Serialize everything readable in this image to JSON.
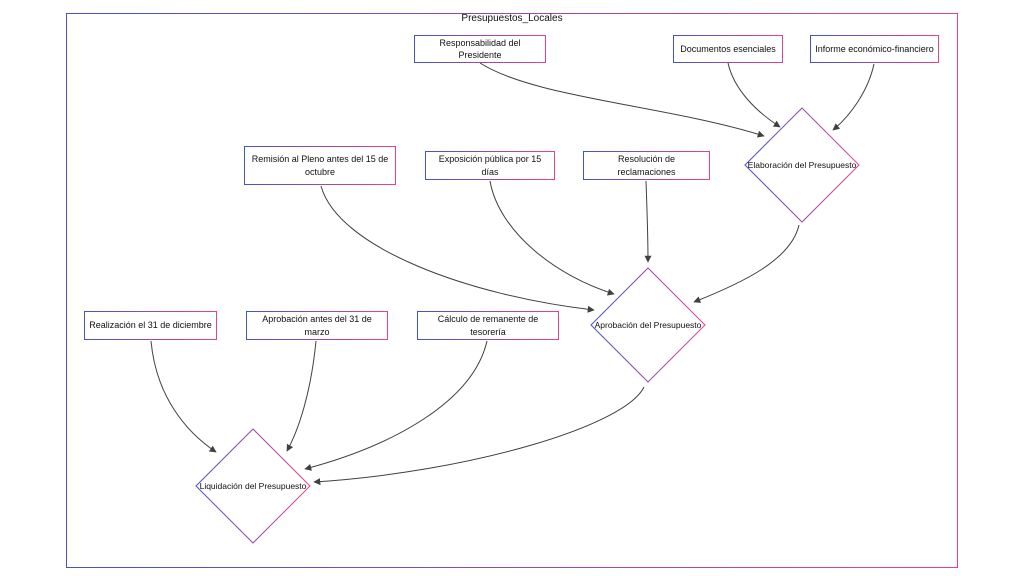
{
  "title": "Presupuestos_Locales",
  "colors": {
    "node_border_start": "#4353c9",
    "node_border_end": "#e8418c",
    "edge": "#404040",
    "background": "#ffffff"
  },
  "nodes": {
    "responsabilidad": {
      "label": "Responsabilidad del Presidente",
      "shape": "rect"
    },
    "documentos": {
      "label": "Documentos esenciales",
      "shape": "rect"
    },
    "informe": {
      "label": "Informe económico-financiero",
      "shape": "rect"
    },
    "remision": {
      "label": "Remisión al Pleno antes del 15 de octubre",
      "shape": "rect"
    },
    "exposicion": {
      "label": "Exposición pública por 15 días",
      "shape": "rect"
    },
    "resolucion": {
      "label": "Resolución de reclamaciones",
      "shape": "rect"
    },
    "realizacion": {
      "label": "Realización el 31 de diciembre",
      "shape": "rect"
    },
    "aprobacion_marzo": {
      "label": "Aprobación antes del 31 de marzo",
      "shape": "rect"
    },
    "calculo": {
      "label": "Cálculo de remanente de tesorería",
      "shape": "rect"
    },
    "elaboracion": {
      "label": "Elaboración del Presupuesto",
      "shape": "diamond"
    },
    "aprobacion": {
      "label": "Aprobación del Presupuesto",
      "shape": "diamond"
    },
    "liquidacion": {
      "label": "Liquidación del Presupuesto",
      "shape": "diamond"
    }
  },
  "edges": [
    {
      "from": "responsabilidad",
      "to": "elaboracion"
    },
    {
      "from": "documentos",
      "to": "elaboracion"
    },
    {
      "from": "informe",
      "to": "elaboracion"
    },
    {
      "from": "elaboracion",
      "to": "aprobacion"
    },
    {
      "from": "remision",
      "to": "aprobacion"
    },
    {
      "from": "exposicion",
      "to": "aprobacion"
    },
    {
      "from": "resolucion",
      "to": "aprobacion"
    },
    {
      "from": "realizacion",
      "to": "liquidacion"
    },
    {
      "from": "aprobacion_marzo",
      "to": "liquidacion"
    },
    {
      "from": "calculo",
      "to": "liquidacion"
    },
    {
      "from": "aprobacion",
      "to": "liquidacion"
    }
  ]
}
